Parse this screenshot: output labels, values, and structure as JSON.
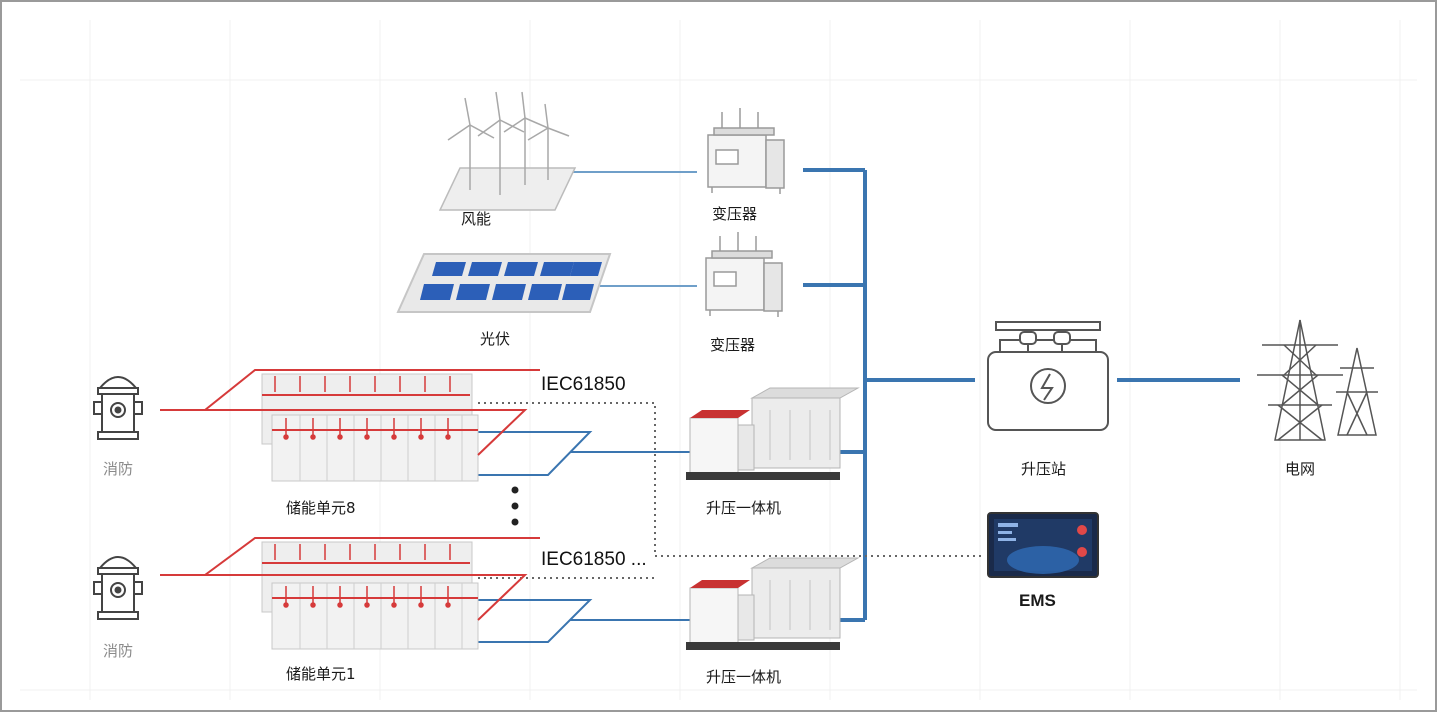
{
  "labels": {
    "wind": "风能",
    "solar": "光伏",
    "transformer_top": "变压器",
    "transformer_bottom": "变压器",
    "boost_station": "升压站",
    "grid": "电网",
    "protocol_top": "IEC61850",
    "protocol_bottom": "IEC61850 ...",
    "fire_top": "消防",
    "fire_bottom": "消防",
    "storage_unit_8": "储能单元8",
    "storage_unit_1": "储能单元1",
    "integrated_booster_top": "升压一体机",
    "integrated_booster_bottom": "升压一体机",
    "ems": "EMS"
  },
  "colors": {
    "line_blue": "#3a75b0",
    "line_light_blue": "#6f9fc9",
    "red_wire": "#d63a3a",
    "dotted": "#666666",
    "solar_cell": "#2c5fb8"
  }
}
